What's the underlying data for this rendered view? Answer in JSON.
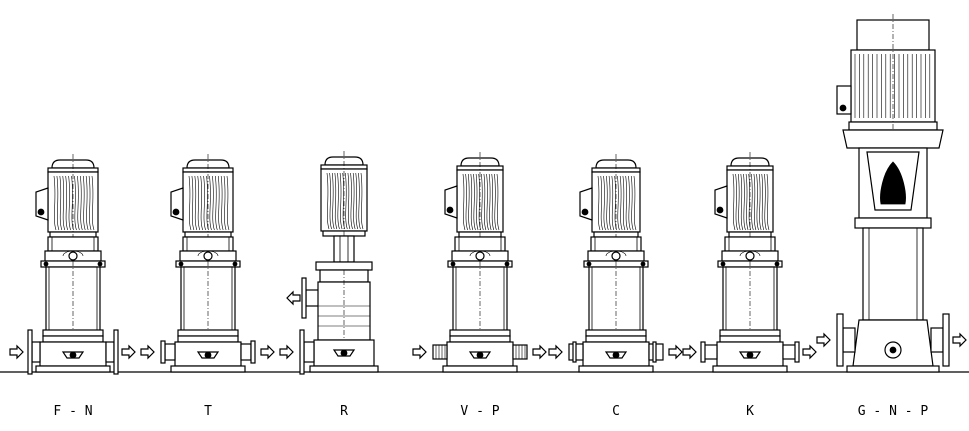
{
  "pumps": [
    {
      "label": "F - N",
      "variant": "F-N"
    },
    {
      "label": "T",
      "variant": "T"
    },
    {
      "label": "R",
      "variant": "R"
    },
    {
      "label": "V - P",
      "variant": "V-P"
    },
    {
      "label": "C",
      "variant": "C"
    },
    {
      "label": "K",
      "variant": "K"
    },
    {
      "label": "G - N - P",
      "variant": "G-N-P"
    }
  ],
  "colors": {
    "line": "#000000",
    "background": "#ffffff"
  }
}
